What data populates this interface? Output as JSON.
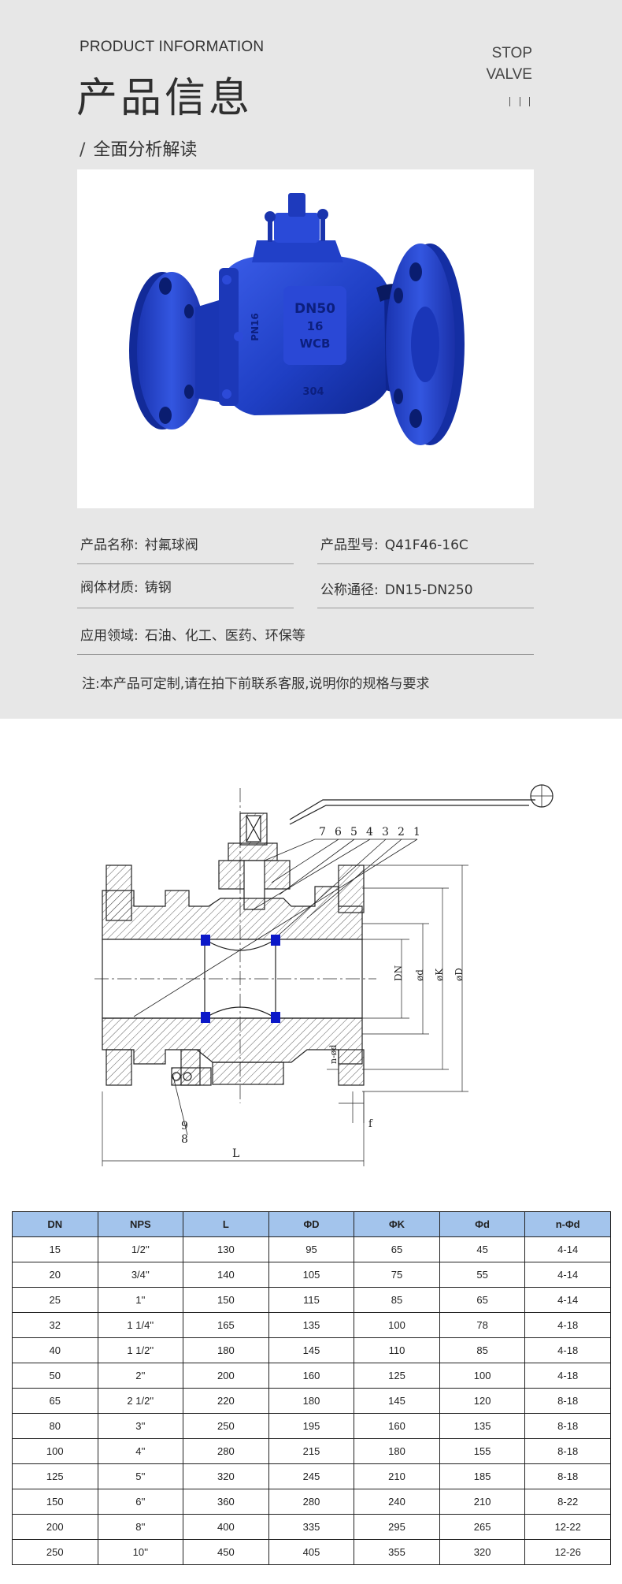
{
  "header": {
    "en_title": "PRODUCT INFORMATION",
    "cn_title": "产品信息",
    "stop_line1": "STOP",
    "stop_line2": "VALVE",
    "subtitle_slash": "/",
    "subtitle": "全面分析解读"
  },
  "photo": {
    "body_marks": [
      "DN50",
      "16",
      "WCB"
    ],
    "side_marks": [
      "PN16",
      "304"
    ]
  },
  "info": {
    "name_label": "产品名称:",
    "name_value": "衬氟球阀",
    "model_label": "产品型号:",
    "model_value": "Q41F46-16C",
    "material_label": "阀体材质:",
    "material_value": "铸钢",
    "dn_label": "公称通径:",
    "dn_value": "DN15-DN250",
    "app_label": "应用领域:",
    "app_value": "石油、化工、医药、环保等",
    "note": "注:本产品可定制,请在拍下前联系客服,说明你的规格与要求"
  },
  "drawing": {
    "callouts": [
      "7",
      "6",
      "5",
      "4",
      "3",
      "2",
      "1"
    ],
    "callouts_lower": [
      "9",
      "8"
    ],
    "dim_dn": "DN",
    "dim_d": "ød",
    "dim_k": "øK",
    "dim_D": "øD",
    "dim_n": "n-ød",
    "dim_f": "f",
    "dim_L": "L"
  },
  "table": {
    "headers": [
      "DN",
      "NPS",
      "L",
      "ΦD",
      "ΦK",
      "Φd",
      "n-Φd"
    ],
    "rows": [
      [
        "15",
        "1/2''",
        "130",
        "95",
        "65",
        "45",
        "4-14"
      ],
      [
        "20",
        "3/4''",
        "140",
        "105",
        "75",
        "55",
        "4-14"
      ],
      [
        "25",
        "1''",
        "150",
        "115",
        "85",
        "65",
        "4-14"
      ],
      [
        "32",
        "1 1/4''",
        "165",
        "135",
        "100",
        "78",
        "4-18"
      ],
      [
        "40",
        "1 1/2''",
        "180",
        "145",
        "110",
        "85",
        "4-18"
      ],
      [
        "50",
        "2''",
        "200",
        "160",
        "125",
        "100",
        "4-18"
      ],
      [
        "65",
        "2 1/2''",
        "220",
        "180",
        "145",
        "120",
        "8-18"
      ],
      [
        "80",
        "3''",
        "250",
        "195",
        "160",
        "135",
        "8-18"
      ],
      [
        "100",
        "4''",
        "280",
        "215",
        "180",
        "155",
        "8-18"
      ],
      [
        "125",
        "5''",
        "320",
        "245",
        "210",
        "185",
        "8-18"
      ],
      [
        "150",
        "6''",
        "360",
        "280",
        "240",
        "210",
        "8-22"
      ],
      [
        "200",
        "8''",
        "400",
        "335",
        "295",
        "265",
        "12-22"
      ],
      [
        "250",
        "10''",
        "450",
        "405",
        "355",
        "320",
        "12-26"
      ]
    ]
  },
  "colors": {
    "top_bg": "#e7e7e7",
    "valve_blue": "#1f3fc4",
    "table_header": "#a3c4ec",
    "seat_blue": "#0b18c8"
  }
}
